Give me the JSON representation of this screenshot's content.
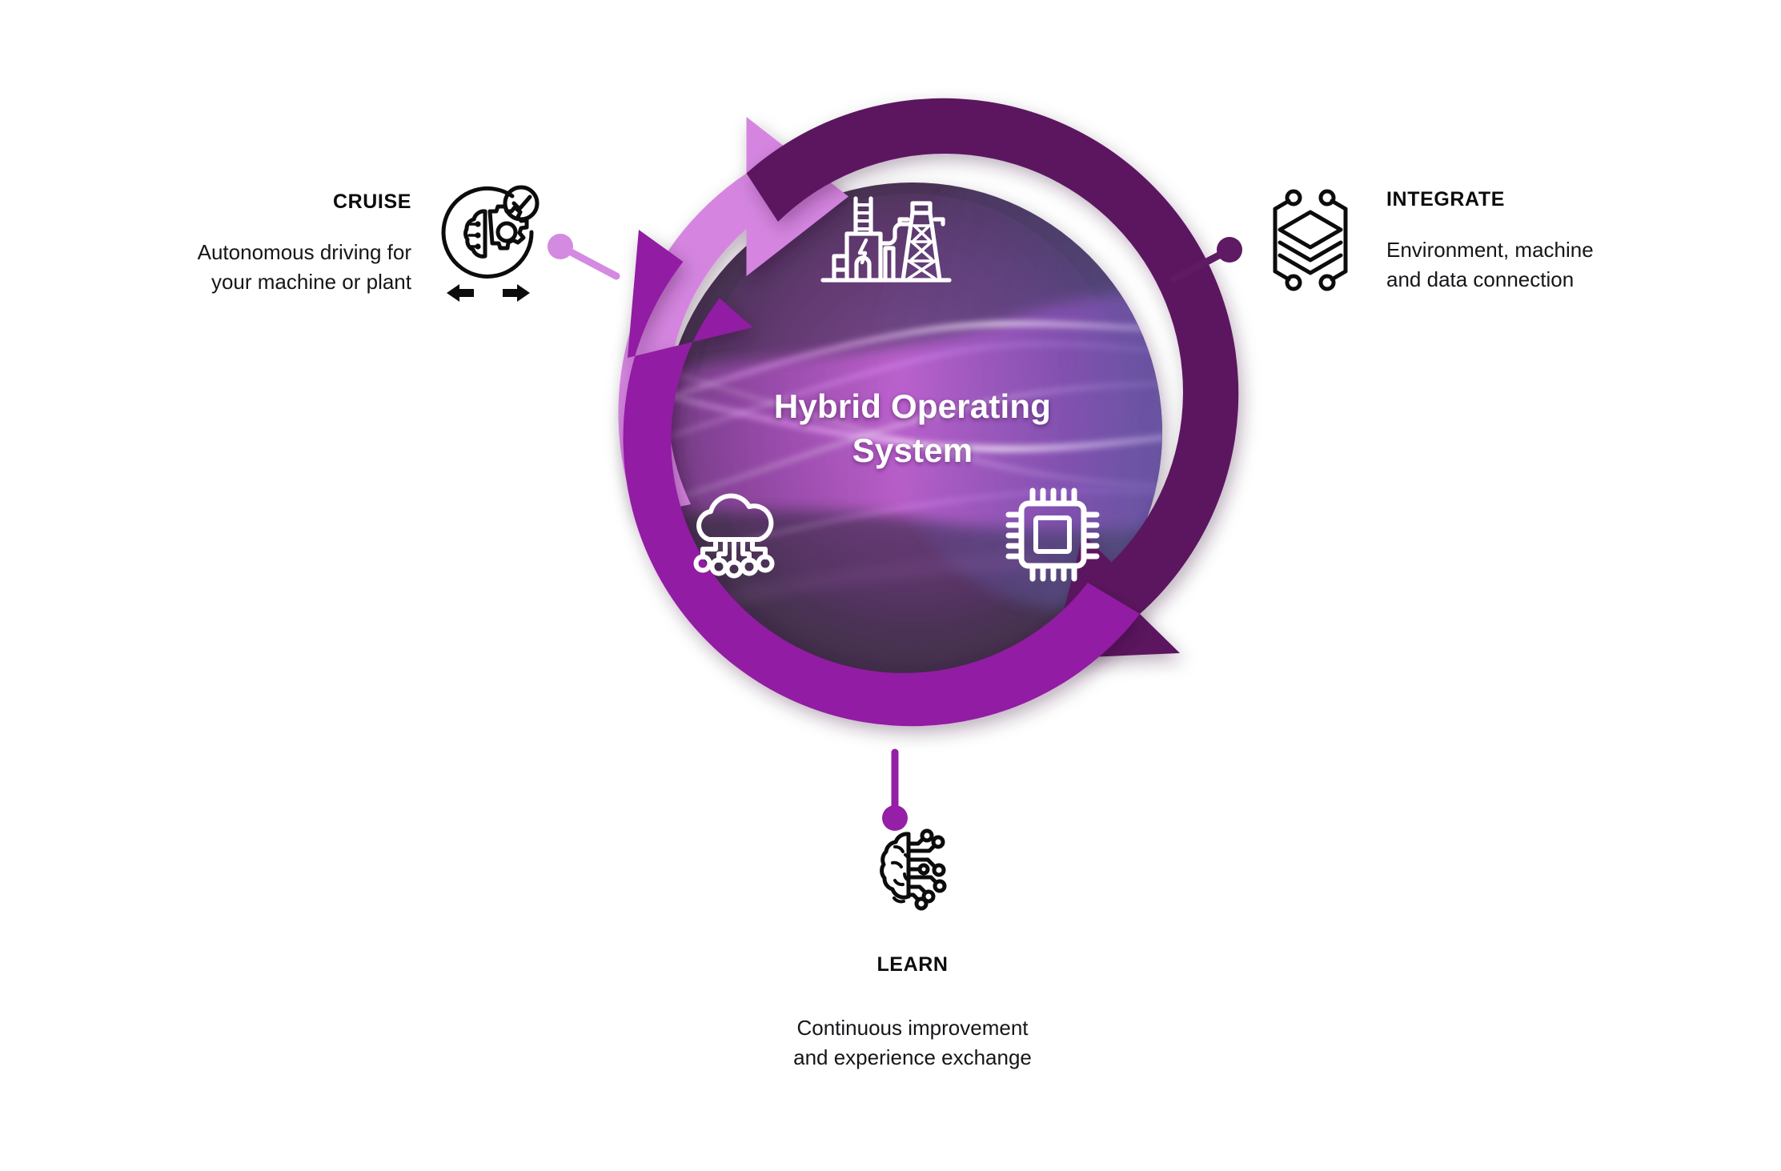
{
  "center": {
    "title_line1": "Hybrid Operating",
    "title_line2": "System",
    "title_full": "Hybrid Operating System",
    "icons": [
      {
        "name": "industrial-plant-icon",
        "label": "industrial plant"
      },
      {
        "name": "cloud-network-icon",
        "label": "cloud network"
      },
      {
        "name": "microchip-icon",
        "label": "microchip"
      }
    ]
  },
  "callouts": [
    {
      "id": "cruise",
      "title": "CRUISE",
      "description": "Autonomous driving for\nyour machine or plant",
      "icon": "brain-gear-autonomy-icon",
      "connector_color": "#d48ae0",
      "position": "left"
    },
    {
      "id": "integrate",
      "title": "INTEGRATE",
      "description": "Environment, machine\nand data connection",
      "icon": "layers-nodes-icon",
      "connector_color": "#5e1a62",
      "position": "right"
    },
    {
      "id": "learn",
      "title": "LEARN",
      "description": "Continuous improvement\nand experience exchange",
      "icon": "brain-circuit-icon",
      "connector_color": "#951fa6",
      "position": "bottom"
    }
  ],
  "ring": {
    "segments": [
      {
        "name": "cruise-arc",
        "color": "#d585e0",
        "label": "light violet arc"
      },
      {
        "name": "integrate-arc",
        "color": "#5c1761",
        "label": "dark purple arc"
      },
      {
        "name": "learn-arc",
        "color": "#921fa3",
        "label": "medium purple arc"
      }
    ],
    "core_colors": {
      "edge": "#3e2d45",
      "mid": "#6a3f77",
      "glow": "#b248c9",
      "blue": "#5a5aa8"
    }
  },
  "background_color": "#ffffff"
}
